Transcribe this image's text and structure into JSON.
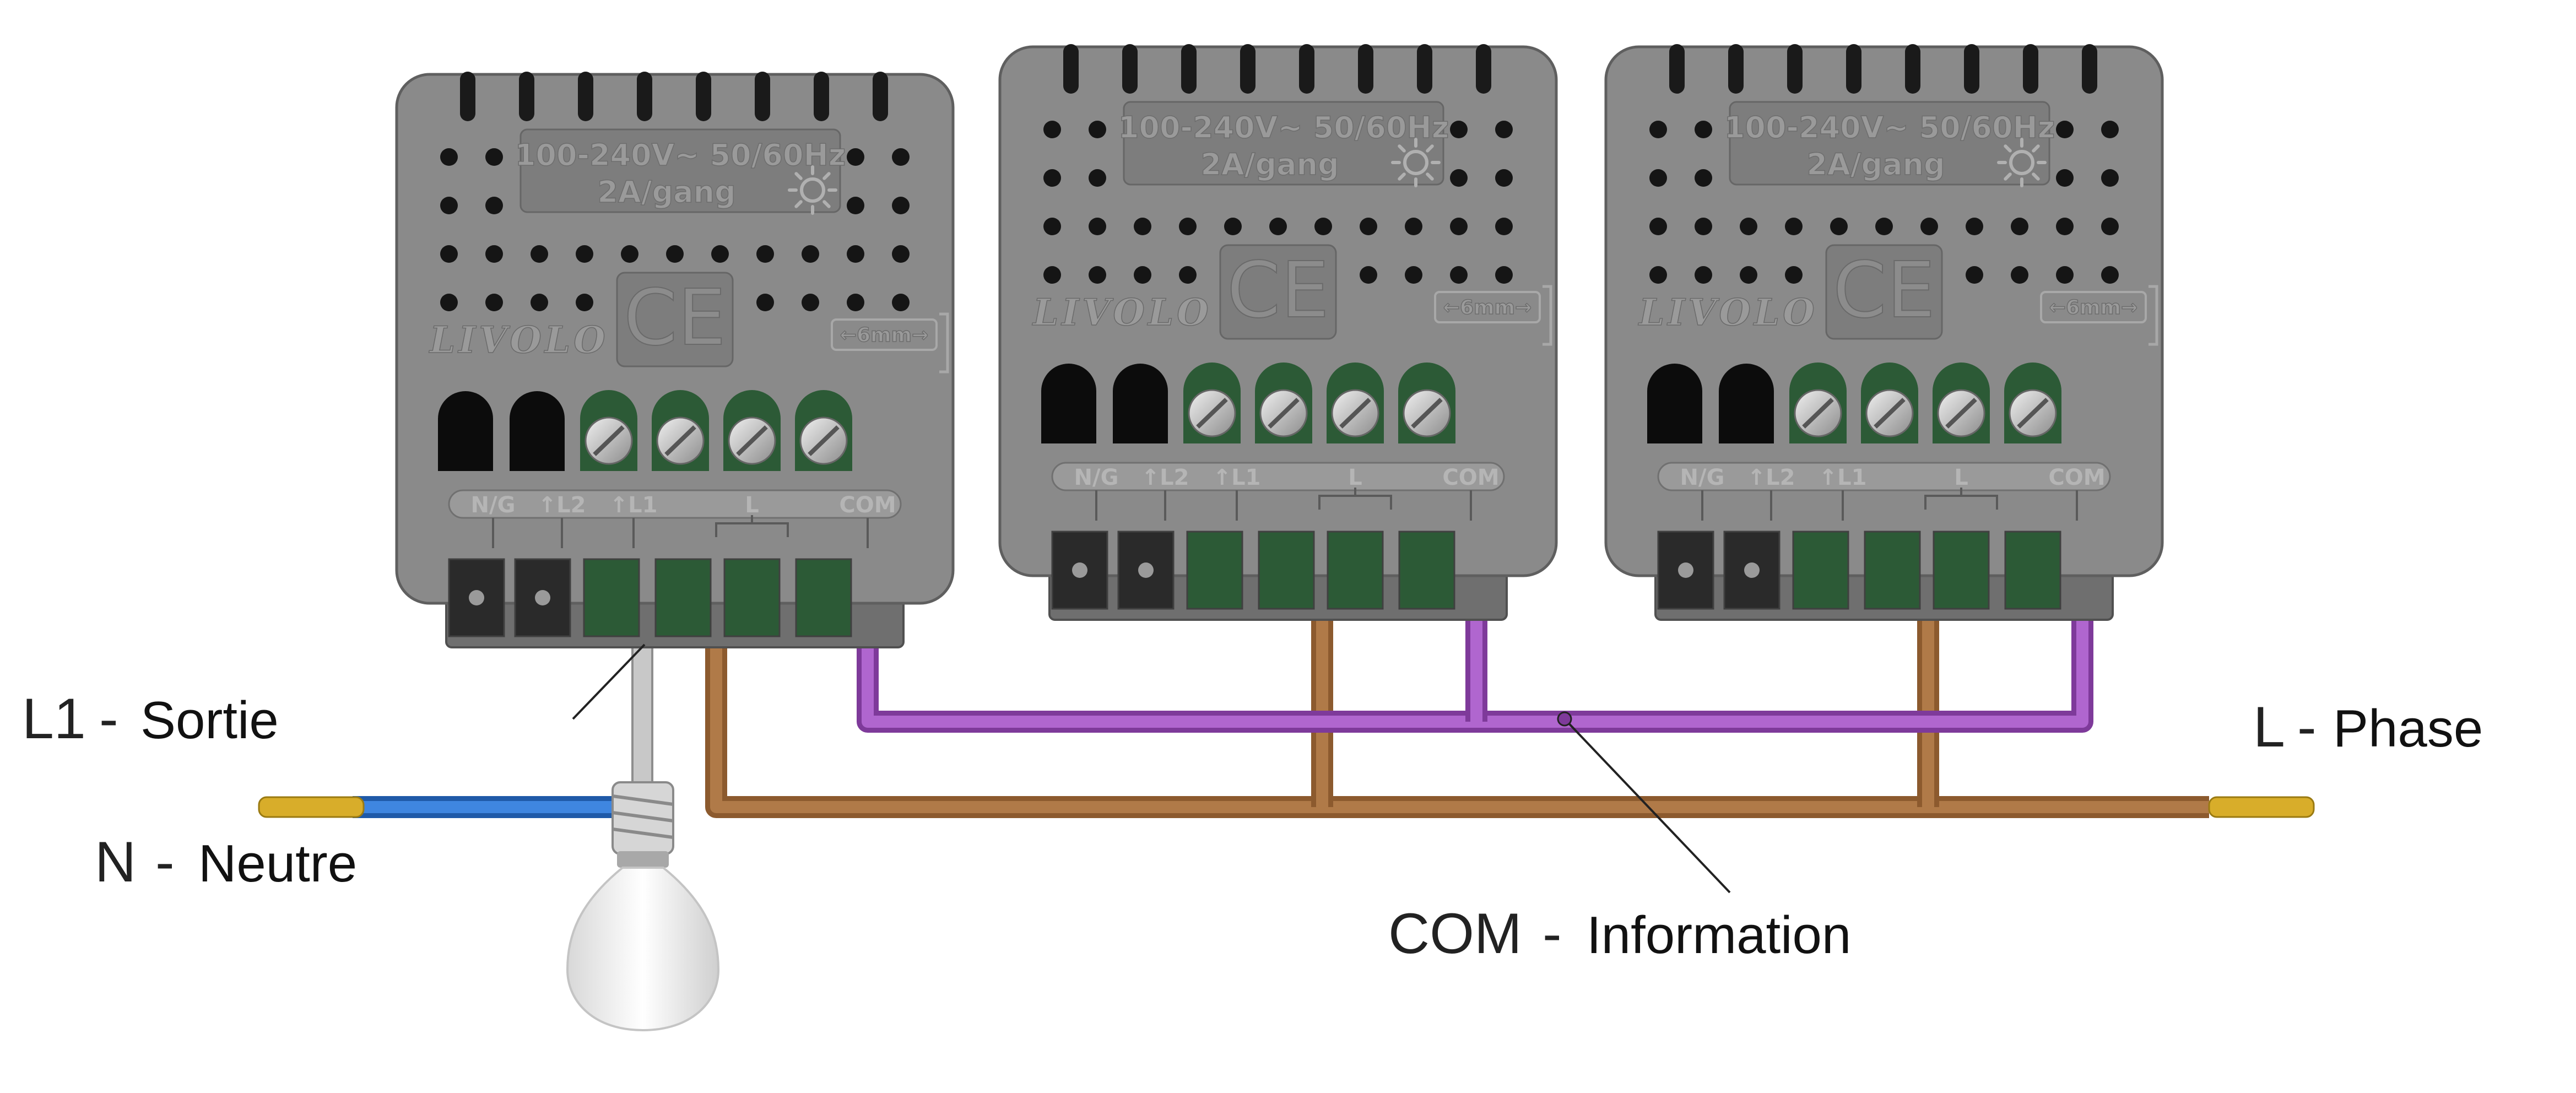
{
  "colors": {
    "housing": "#8a8a8a",
    "housing_dark": "#6f6f6f",
    "neutral_wire": "#2f72d0",
    "phase_wire": "#a0693a",
    "com_wire": "#a055c0",
    "output_wire": "#bdbdbd",
    "copper": "#d4a820"
  },
  "switches": [
    {
      "rating": "100-240V~  50/60Hz",
      "current": "2A/gang",
      "brand": "LIVOLO",
      "certification": "CE",
      "strip_length": "←6mm→",
      "terminals": [
        "N/G",
        "↑L2",
        "↑L1",
        "L",
        "COM"
      ]
    },
    {
      "rating": "100-240V~  50/60Hz",
      "current": "2A/gang",
      "brand": "LIVOLO",
      "certification": "CE",
      "strip_length": "←6mm→",
      "terminals": [
        "N/G",
        "↑L2",
        "↑L1",
        "L",
        "COM"
      ]
    },
    {
      "rating": "100-240V~  50/60Hz",
      "current": "2A/gang",
      "brand": "LIVOLO",
      "certification": "CE",
      "strip_length": "←6mm→",
      "terminals": [
        "N/G",
        "↑L2",
        "↑L1",
        "L",
        "COM"
      ]
    }
  ],
  "labels": {
    "l1": {
      "code": "L1",
      "sep": "-",
      "text": "Sortie"
    },
    "n": {
      "code": "N",
      "sep": "-",
      "text": "Neutre"
    },
    "com": {
      "code": "COM",
      "sep": "-",
      "text": "Information"
    },
    "l": {
      "code": "L",
      "sep": "-",
      "text": "Phase"
    }
  }
}
